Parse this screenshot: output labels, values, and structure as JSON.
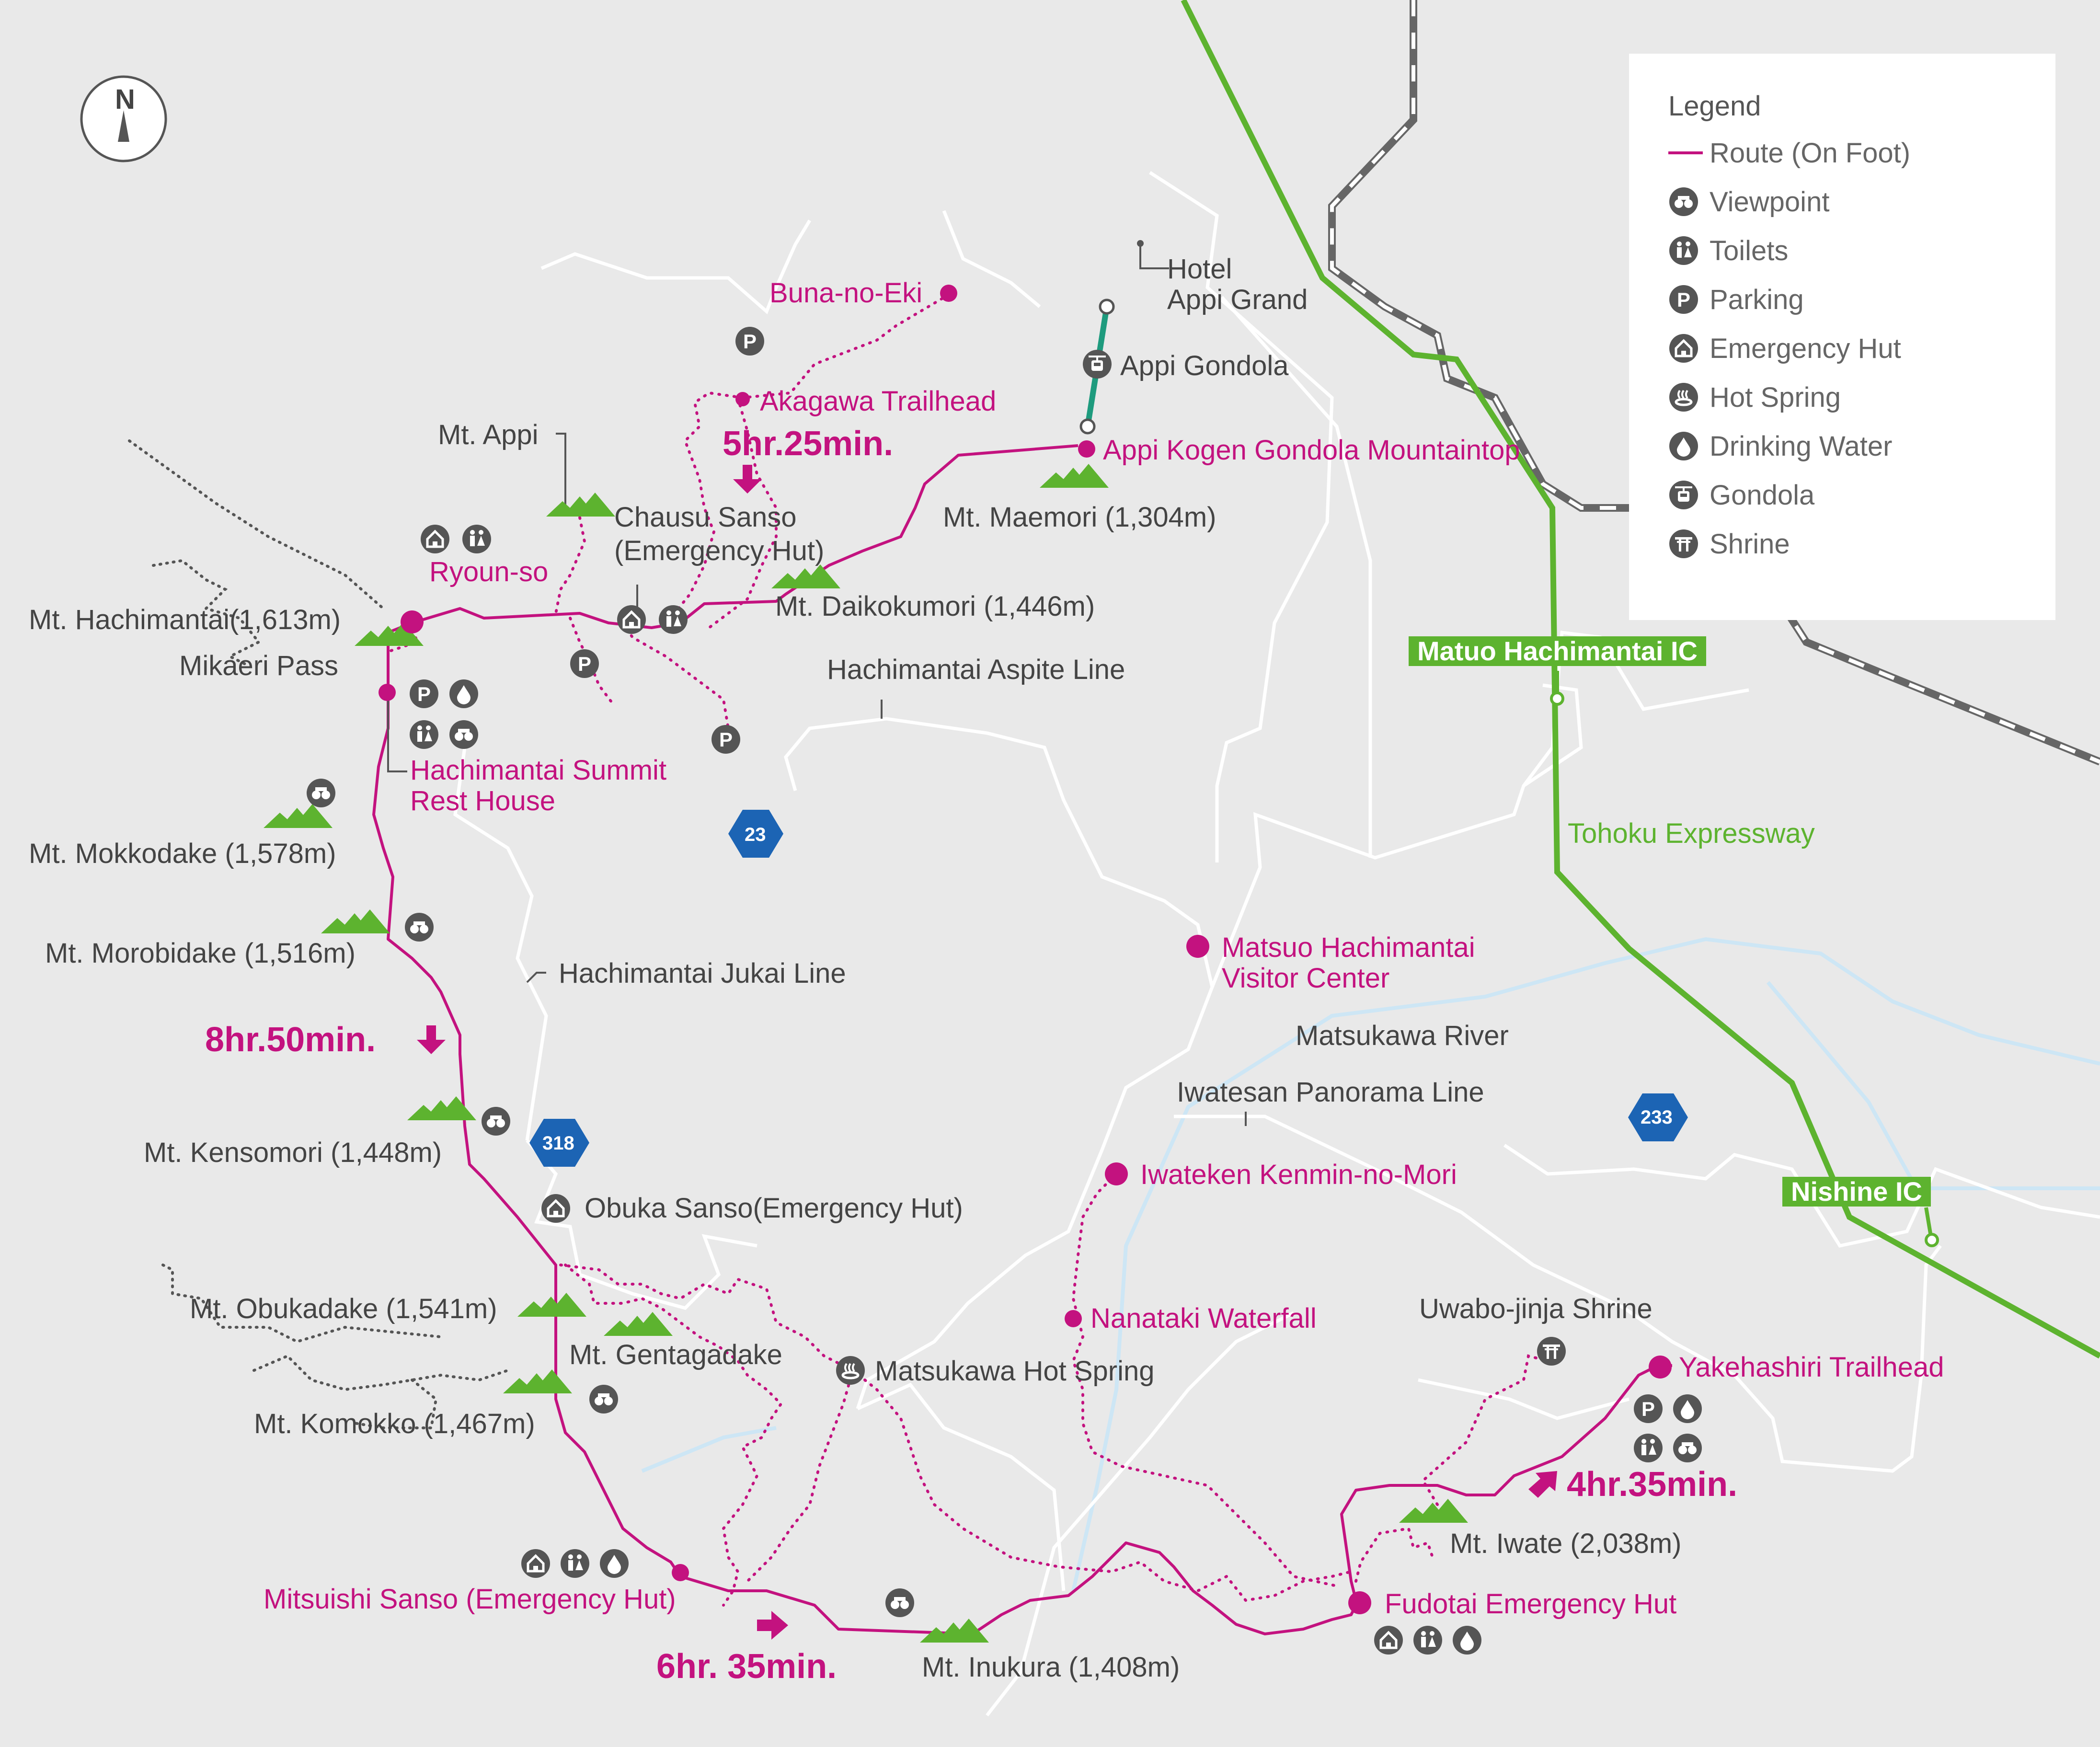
{
  "compass": {
    "label": "N"
  },
  "legend": {
    "title": "Legend",
    "items": [
      {
        "label": "Route (On Foot)",
        "icon": "route-line"
      },
      {
        "label": "Viewpoint",
        "icon": "binoculars-icon"
      },
      {
        "label": "Toilets",
        "icon": "toilets-icon"
      },
      {
        "label": "Parking",
        "icon": "parking-icon"
      },
      {
        "label": "Emergency Hut",
        "icon": "hut-icon"
      },
      {
        "label": "Hot Spring",
        "icon": "hot-spring-icon"
      },
      {
        "label": "Drinking Water",
        "icon": "water-drop-icon"
      },
      {
        "label": "Gondola",
        "icon": "gondola-icon"
      },
      {
        "label": "Shrine",
        "icon": "shrine-icon"
      }
    ]
  },
  "places": {
    "buna_no_eki": "Buna-no-Eki",
    "akagawa": "Akagawa Trailhead",
    "hotel_1": "Hotel",
    "hotel_2": "Appi Grand",
    "appi_gondola": "Appi Gondola",
    "appi_kogen": "Appi Kogen Gondola Mountaintop",
    "mt_appi": "Mt. Appi",
    "chausu_1": "Chausu Sanso",
    "chausu_2": "(Emergency Hut)",
    "mt_maemori": "Mt. Maemori (1,304m)",
    "ryoun_so": "Ryoun-so",
    "mt_hachimantai": "Mt. Hachimantai(1,613m)",
    "mt_daikokumori": "Mt. Daikokumori (1,446m)",
    "mikaeri": "Mikaeri Pass",
    "aspite": "Hachimantai Aspite Line",
    "summit_1": "Hachimantai Summit",
    "summit_2": "Rest House",
    "mt_mokkodake": "Mt. Mokkodake (1,578m)",
    "mt_morobidake": "Mt. Morobidake (1,516m)",
    "jukai": "Hachimantai Jukai Line",
    "visitor_1": "Matsuo Hachimantai",
    "visitor_2": "Visitor Center",
    "matsukawa_river": "Matsukawa River",
    "panorama": "Iwatesan Panorama Line",
    "mt_kensomori": "Mt. Kensomori (1,448m)",
    "kenmin": "Iwateken Kenmin-no-Mori",
    "obuka_sanso": "Obuka Sanso(Emergency Hut)",
    "mt_obukadake": "Mt. Obukadake (1,541m)",
    "nanataki": "Nanataki Waterfall",
    "uwabo": "Uwabo-jinja Shrine",
    "mt_gentagadake": "Mt. Gentagadake",
    "matsukawa_onsen": "Matsukawa Hot Spring",
    "yakehashiri": "Yakehashiri Trailhead",
    "mt_komokko": "Mt. Komokko (1,467m)",
    "mt_iwate": "Mt. Iwate (2,038m)",
    "mitsuishi": "Mitsuishi Sanso (Emergency Hut)",
    "fudotai": "Fudotai Emergency Hut",
    "mt_inukura": "Mt. Inukura (1,408m)"
  },
  "times": {
    "t1": "5hr.25min.",
    "t2": "8hr.50min.",
    "t3": "6hr. 35min.",
    "t4": "4hr.35min."
  },
  "highway": {
    "ic1": "Matuo Hachimantai IC",
    "ic2": "Nishine IC",
    "expressway": "Tohoku Expressway"
  },
  "road_shields": {
    "r23": "23",
    "r318": "318",
    "r233": "233"
  },
  "colors": {
    "route": "#c3127f",
    "expressway": "#5db32f",
    "gondola": "#1e9b7e",
    "shield": "#1c64b4",
    "mountain": "#5db32f",
    "river": "#cde6f5",
    "road": "#ffffff",
    "background": "#e9e9e9"
  }
}
